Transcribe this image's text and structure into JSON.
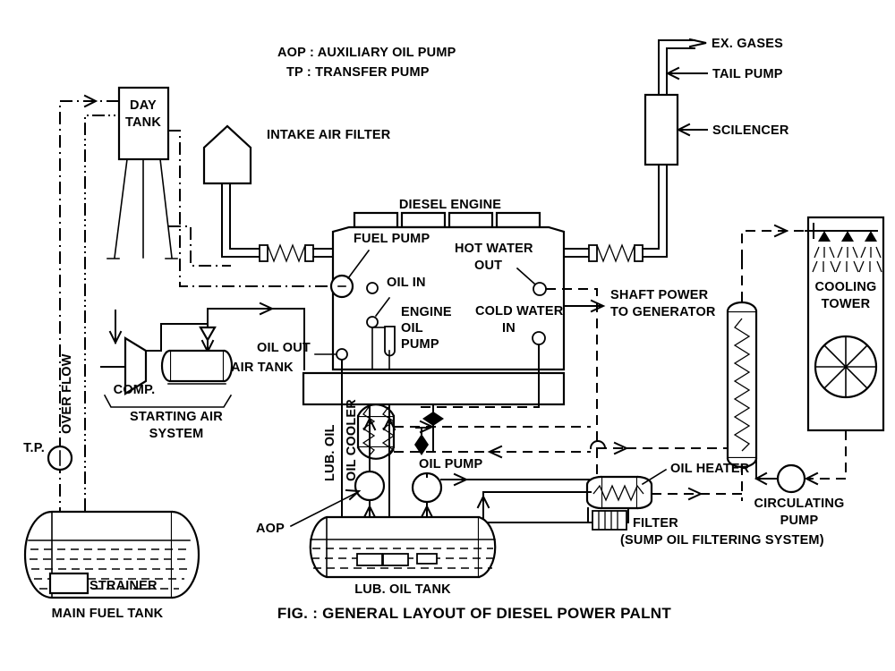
{
  "figure": {
    "caption": "FIG. : GENERAL LAYOUT OF DIESEL POWER PALNT",
    "type": "engineering-schematic"
  },
  "legend": {
    "line1": "AOP : AUXILIARY OIL PUMP",
    "line2": "TP : TRANSFER PUMP"
  },
  "labels": {
    "day_tank_l1": "DAY",
    "day_tank_l2": "TANK",
    "over_flow": "OVER FLOW",
    "tp": "T.P.",
    "strainer": "STRAINER",
    "main_fuel_tank": "MAIN FUEL TANK",
    "intake_air_filter": "INTAKE AIR FILTER",
    "diesel_engine": "DIESEL ENGINE",
    "fuel_pump": "FUEL PUMP",
    "oil_in": "OIL IN",
    "oil_out": "OIL OUT",
    "engine_oil_pump_l1": "ENGINE",
    "engine_oil_pump_l2": "OIL",
    "engine_oil_pump_l3": "PUMP",
    "hot_water_out_l1": "HOT WATER",
    "hot_water_out_l2": "OUT",
    "cold_water_in_l1": "COLD WATER",
    "cold_water_in_l2": "IN",
    "shaft_power_l1": "SHAFT POWER",
    "shaft_power_l2": "TO GENERATOR",
    "ex_gases": "EX. GASES",
    "tail_pump": "TAIL PUMP",
    "scilencer": "SCILENCER",
    "cooling_tower_l1": "COOLING",
    "cooling_tower_l2": "TOWER",
    "circulating_pump_l1": "CIRCULATING",
    "circulating_pump_l2": "PUMP",
    "oil_heater": "OIL HEATER",
    "filter": "FILTER",
    "filter_sub": "(SUMP OIL FILTERING SYSTEM)",
    "oil_pump": "OIL PUMP",
    "aop": "AOP",
    "lub_oil": "LUB. OIL",
    "oil_cooler": "OIL COOLER",
    "lub_oil_tank": "LUB. OIL TANK",
    "comp": "COMP.",
    "air_tank": "AIR TANK",
    "starting_air_l1": "STARTING AIR",
    "starting_air_l2": "SYSTEM"
  },
  "colors": {
    "ink": "#000000",
    "paper": "#ffffff"
  }
}
